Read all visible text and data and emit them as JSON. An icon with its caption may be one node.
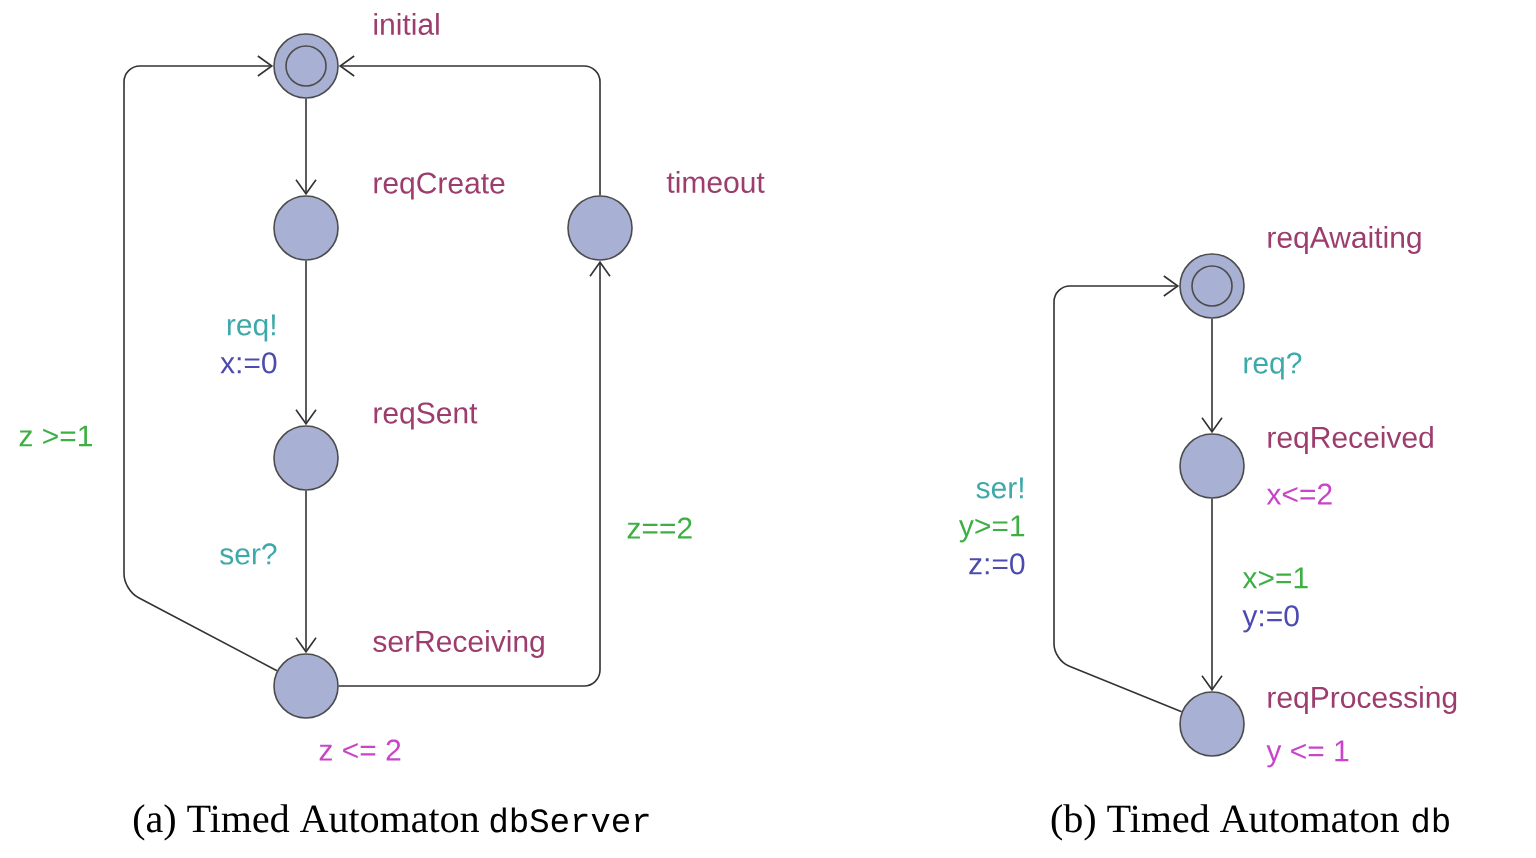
{
  "diagram": {
    "nodes": [
      {
        "text": [
          "initial"
        ]
      },
      {
        "text": [
          "reqCreate"
        ]
      },
      {
        "text": [
          "timeout"
        ]
      },
      {
        "text": [
          "reqSent"
        ]
      },
      {
        "text": [
          "serReceiving"
        ],
        "beside": [
          "z <= 2"
        ]
      },
      {
        "text": [
          "reqAwaiting"
        ]
      },
      {
        "text": [
          "reqReceived"
        ],
        "beside": [
          "x<=2"
        ]
      },
      {
        "text": [
          "reqProcessing"
        ],
        "beside": [
          "y <= 1"
        ]
      }
    ],
    "edges": [
      {
        "from": 0,
        "to": 1,
        "arrow": "to"
      },
      {
        "from": 1,
        "to": 3,
        "arrow": "to",
        "label": [
          "req!",
          "x:=0"
        ]
      },
      {
        "from": 3,
        "to": 4,
        "arrow": "to",
        "label": [
          "ser?"
        ]
      },
      {
        "from": 4,
        "to": 0,
        "arrow": "to",
        "label": [
          "z >=1"
        ]
      },
      {
        "from": 4,
        "to": 2,
        "arrow": "to",
        "label": [
          "z==2"
        ]
      },
      {
        "from": 2,
        "to": 0,
        "arrow": "to"
      },
      {
        "from": 5,
        "to": 6,
        "arrow": "to",
        "label": [
          "req?"
        ]
      },
      {
        "from": 6,
        "to": 7,
        "arrow": "to",
        "label": [
          "x>=1",
          "y:=0"
        ]
      },
      {
        "from": 7,
        "to": 5,
        "arrow": "to",
        "label": [
          "ser!",
          "y>=1",
          "z:=0"
        ]
      }
    ],
    "labels": [
      "(a) Timed Automaton",
      "dbServer",
      "(b) Timed Automaton",
      "db"
    ]
  }
}
